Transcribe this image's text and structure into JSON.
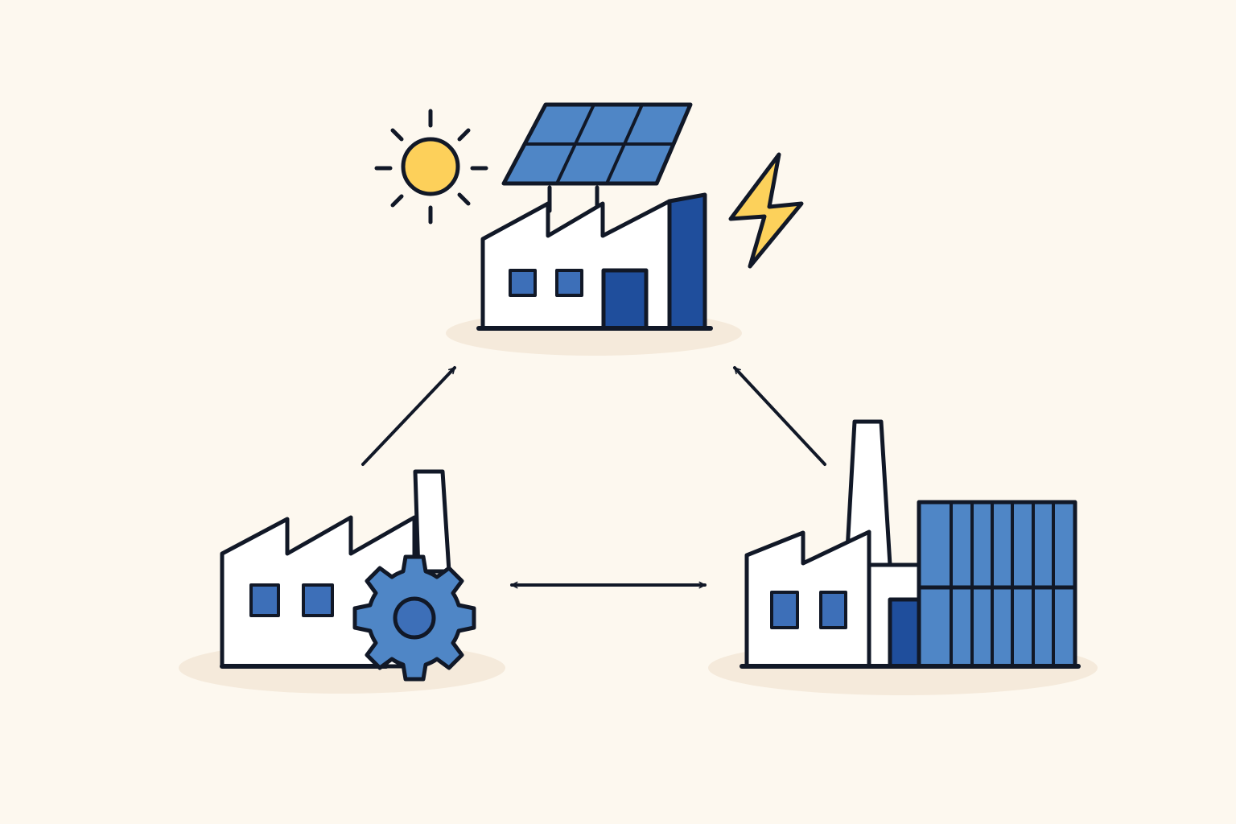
{
  "colors": {
    "background": "#fdf8ef",
    "ground_shadow": "#f5eadb",
    "outline": "#111827",
    "building_fill": "#ffffff",
    "blue_dark": "#1f4e9c",
    "blue_mid": "#3d6fb8",
    "blue_light": "#4f86c6",
    "sun_yellow": "#fdd05a",
    "bolt_yellow": "#fcd15b"
  },
  "nodes": [
    {
      "id": "solar-factory",
      "icons": [
        "sun-icon",
        "solar-panel-icon",
        "factory-icon",
        "lightning-bolt-icon"
      ]
    },
    {
      "id": "manufacturing-factory",
      "icons": [
        "factory-icon",
        "gear-icon"
      ]
    },
    {
      "id": "container-factory",
      "icons": [
        "factory-icon",
        "storage-container-icon"
      ]
    }
  ],
  "edges": [
    {
      "from": "manufacturing-factory",
      "to": "solar-factory",
      "direction": "one-way"
    },
    {
      "from": "container-factory",
      "to": "solar-factory",
      "direction": "one-way"
    },
    {
      "from": "manufacturing-factory",
      "to": "container-factory",
      "direction": "two-way"
    }
  ]
}
